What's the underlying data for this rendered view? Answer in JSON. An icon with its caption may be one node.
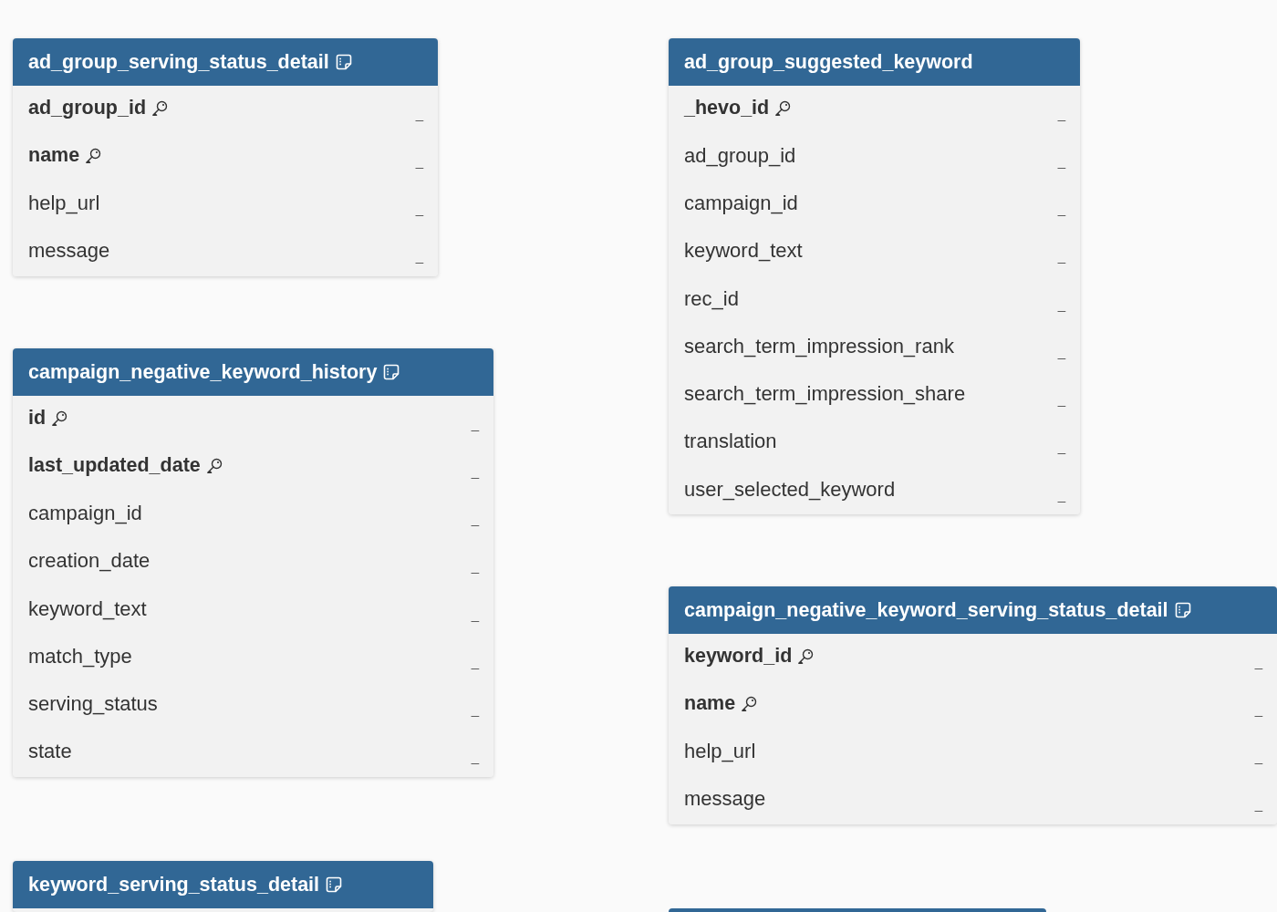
{
  "diagram": {
    "nodes": [
      {
        "text": [
          "ad_group_serving_status_detail"
        ]
      },
      {
        "text": [
          "ad_group_id",
          "_"
        ],
        "in": 0
      },
      {
        "text": [
          "name",
          "_"
        ],
        "in": 0
      },
      {
        "text": [
          "help_url",
          "_"
        ],
        "in": 0
      },
      {
        "text": [
          "message",
          "_"
        ],
        "in": 0
      },
      {
        "text": [
          "ad_group_suggested_keyword"
        ]
      },
      {
        "text": [
          "_hevo_id",
          "_"
        ],
        "in": 5
      },
      {
        "text": [
          "ad_group_id",
          "_"
        ],
        "in": 5
      },
      {
        "text": [
          "campaign_id",
          "_"
        ],
        "in": 5
      },
      {
        "text": [
          "keyword_text",
          "_"
        ],
        "in": 5
      },
      {
        "text": [
          "rec_id",
          "_"
        ],
        "in": 5
      },
      {
        "text": [
          "search_term_impression_rank",
          "_"
        ],
        "in": 5
      },
      {
        "text": [
          "search_term_impression_share",
          "_"
        ],
        "in": 5
      },
      {
        "text": [
          "translation",
          "_"
        ],
        "in": 5
      },
      {
        "text": [
          "user_selected_keyword",
          "_"
        ],
        "in": 5
      },
      {
        "text": [
          "campaign_negative_keyword_history"
        ]
      },
      {
        "text": [
          "id",
          "_"
        ],
        "in": 15
      },
      {
        "text": [
          "last_updated_date",
          "_"
        ],
        "in": 15
      },
      {
        "text": [
          "campaign_id",
          "_"
        ],
        "in": 15
      },
      {
        "text": [
          "creation_date",
          "_"
        ],
        "in": 15
      },
      {
        "text": [
          "keyword_text",
          "_"
        ],
        "in": 15
      },
      {
        "text": [
          "match_type",
          "_"
        ],
        "in": 15
      },
      {
        "text": [
          "serving_status",
          "_"
        ],
        "in": 15
      },
      {
        "text": [
          "state",
          "_"
        ],
        "in": 15
      },
      {
        "text": [
          "campaign_negative_keyword_serving_status_detail"
        ]
      },
      {
        "text": [
          "keyword_id",
          "_"
        ],
        "in": 24
      },
      {
        "text": [
          "name",
          "_"
        ],
        "in": 24
      },
      {
        "text": [
          "help_url",
          "_"
        ],
        "in": 24
      },
      {
        "text": [
          "message",
          "_"
        ],
        "in": 24
      },
      {
        "text": [
          "keyword_serving_status_detail"
        ]
      },
      {
        "text": [],
        "shape": "box"
      }
    ]
  }
}
